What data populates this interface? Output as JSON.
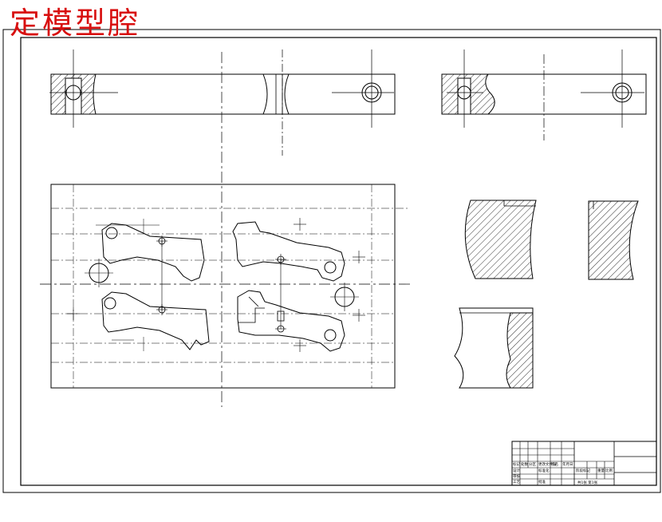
{
  "drawing": {
    "title": "定模型腔"
  },
  "title_block": {
    "row_labels": [
      "标记",
      "处数",
      "分区",
      "更改文件号",
      "签名",
      "年月日"
    ],
    "left_labels": [
      "设计",
      "审核",
      "工艺"
    ],
    "mid_labels": [
      "标准化",
      "批准"
    ],
    "right_labels": [
      "阶段标记",
      "重量",
      "比例"
    ],
    "sheet_info": "共1张 第1张"
  },
  "colors": {
    "line": "#000000",
    "stamp": "#d81010",
    "background": "#ffffff"
  }
}
